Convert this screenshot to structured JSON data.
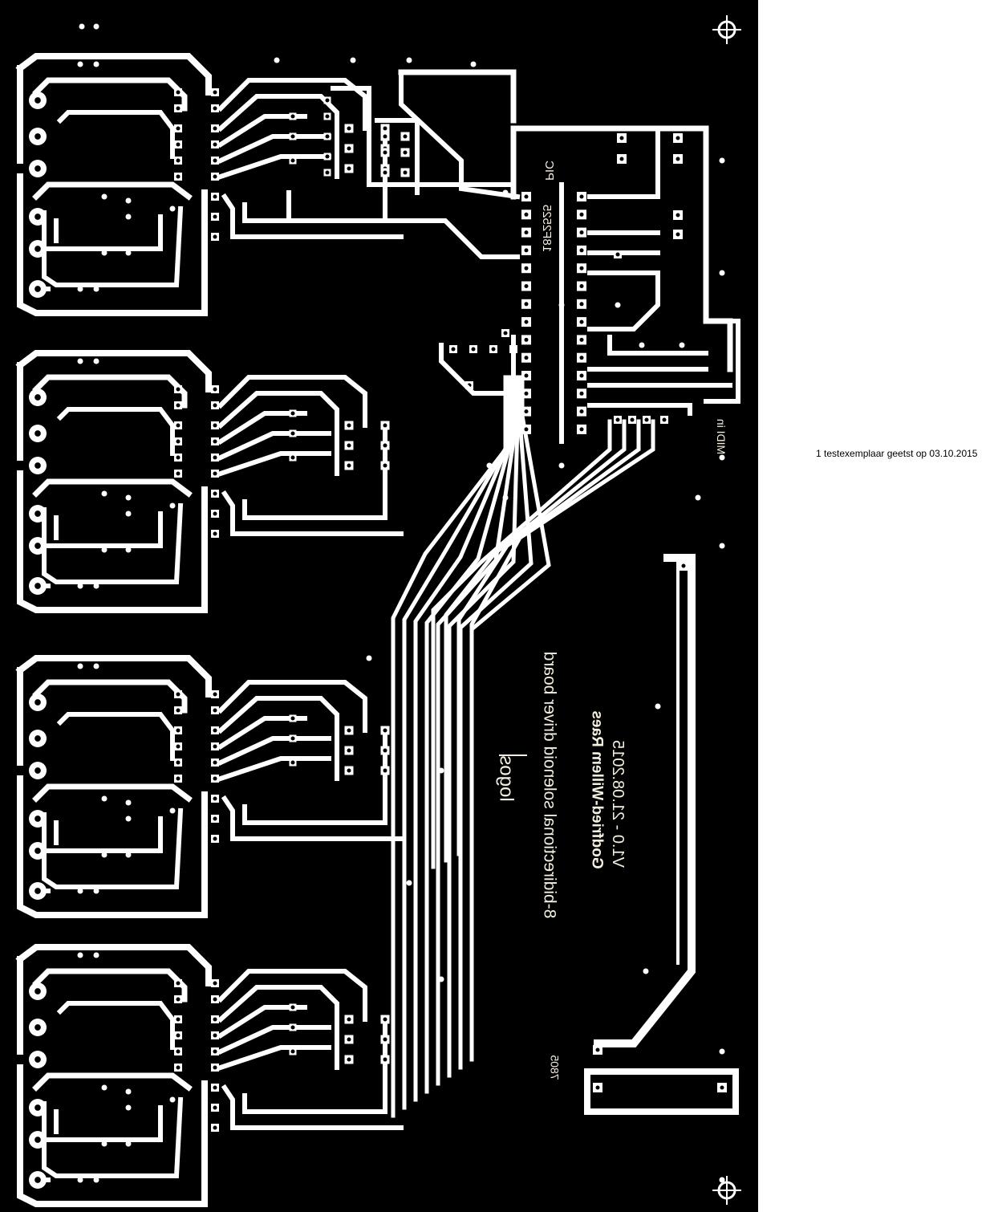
{
  "board": {
    "background": "#000000",
    "copper": "#ffffff",
    "silk_color": "#f4efe0"
  },
  "silkscreen": {
    "chip_vendor": "PIC",
    "chip_model": "18F2525",
    "midi_label": "MIDI in",
    "regulator": "7805",
    "title": "8-bidirectional solenoid driver board",
    "author": "Godfried-Willem Raes",
    "version": "V1.0 - 21.08.2015",
    "logo_text": "logos"
  },
  "note": "1 testexemplaar geetst op 03.10.2015"
}
